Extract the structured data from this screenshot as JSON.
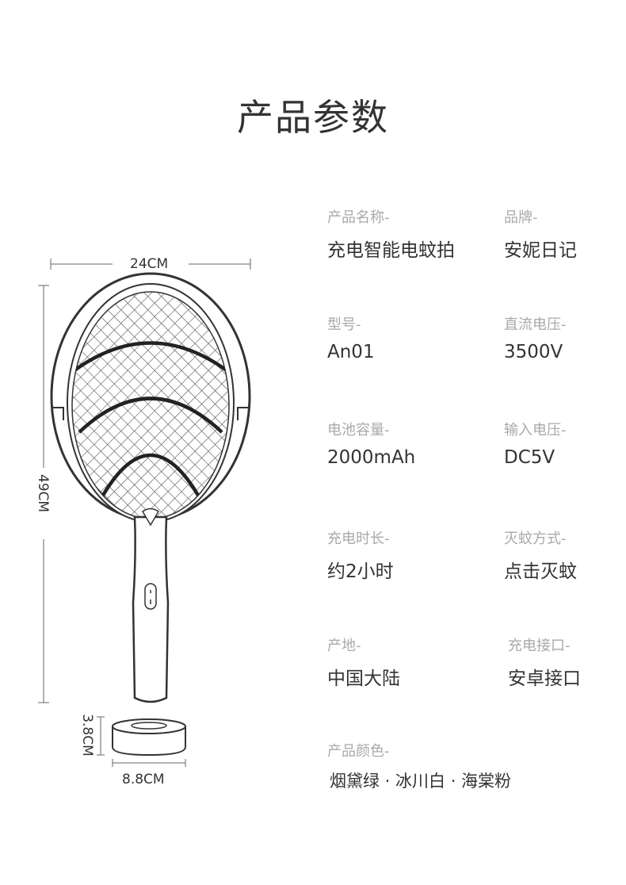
{
  "page_title": "产品参数",
  "dimensions": {
    "width": "24CM",
    "height": "49CM",
    "base_height": "3.8CM",
    "base_width": "8.8CM"
  },
  "specs": [
    {
      "label": "产品名称-",
      "value": "充电智能电蚊拍"
    },
    {
      "label": "品牌-",
      "value": "安妮日记"
    },
    {
      "label": "型号-",
      "value": "An01"
    },
    {
      "label": "直流电压-",
      "value": "3500V"
    },
    {
      "label": "电池容量-",
      "value": "2000mAh"
    },
    {
      "label": "输入电压-",
      "value": "DC5V"
    },
    {
      "label": "充电时长-",
      "value": "约2小时"
    },
    {
      "label": "灭蚊方式-",
      "value": "点击灭蚊"
    },
    {
      "label": "产地-",
      "value": "中国大陆"
    },
    {
      "label": "充电接口-",
      "value": "安卓接口"
    },
    {
      "label": "产品颜色-",
      "value": "烟黛绿 · 冰川白 · 海棠粉"
    }
  ]
}
